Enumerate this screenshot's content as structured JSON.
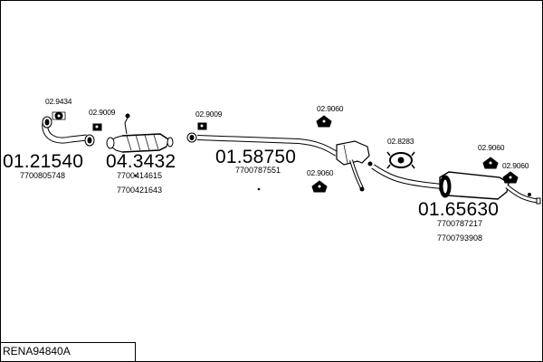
{
  "diagram": {
    "reference": "RENA94840A",
    "parts": [
      {
        "part_no": "01.21540",
        "oem": [
          "7700805748"
        ]
      },
      {
        "part_no": "04.3432",
        "oem": [
          "7700414615",
          "7700421643"
        ]
      },
      {
        "part_no": "01.58750",
        "oem": [
          "7700787551"
        ]
      },
      {
        "part_no": "01.65630",
        "oem": [
          "7700787217",
          "7700793908"
        ]
      }
    ],
    "accessories": [
      {
        "part_no": "02.9434"
      },
      {
        "part_no": "02.9009"
      },
      {
        "part_no": "02.9009"
      },
      {
        "part_no": "02.9060"
      },
      {
        "part_no": "02.9060"
      },
      {
        "part_no": "02.8283"
      },
      {
        "part_no": "02.9060"
      },
      {
        "part_no": "02.9060"
      }
    ]
  }
}
